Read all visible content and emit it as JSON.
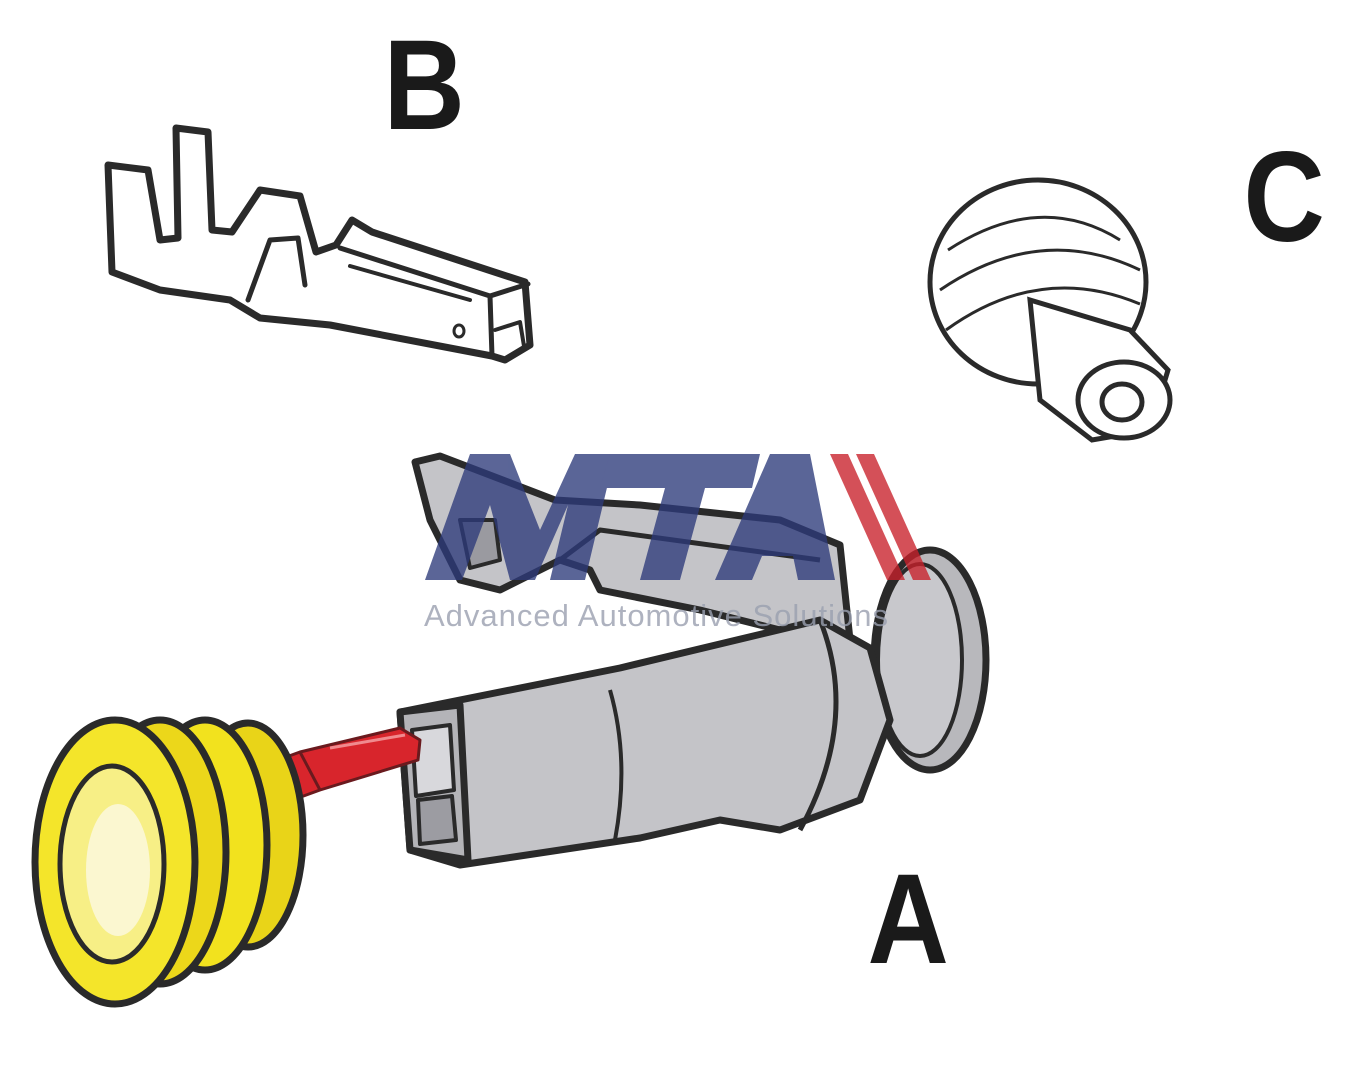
{
  "labels": {
    "a": "A",
    "b": "B",
    "c": "C"
  },
  "watermark": {
    "logo_text": "MTA",
    "tagline": "Advanced Automotive Solutions"
  },
  "colors": {
    "seal_yellow": "#f2e21e",
    "housing_grey": "#c4c4c8",
    "terminal_red": "#d8252c",
    "outline": "#2a2a2a",
    "watermark_blue": "#2d3a7a",
    "watermark_red": "#c8202a"
  }
}
